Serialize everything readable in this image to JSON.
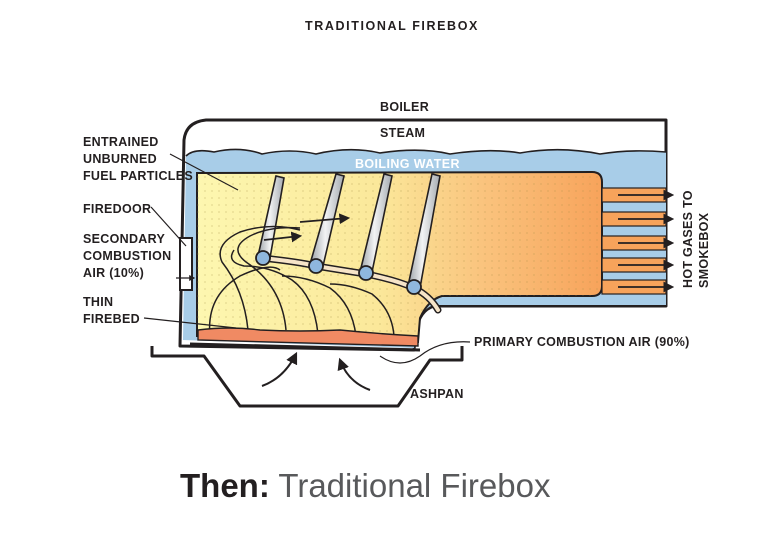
{
  "header": {
    "title": "TRADITIONAL FIREBOX"
  },
  "labels": {
    "boiler": "BOILER",
    "steam": "STEAM",
    "boiling_water": "BOILING WATER",
    "entrained": [
      "ENTRAINED",
      "UNBURNED",
      "FUEL PARTICLES"
    ],
    "firedoor": "FIREDOOR",
    "secondary": [
      "SECONDARY",
      "COMBUSTION",
      "AIR (10%)"
    ],
    "thin_firebed": [
      "THIN",
      "FIREBED"
    ],
    "primary": "PRIMARY COMBUSTION AIR (90%)",
    "ashpan": "ASHPAN",
    "hot_gases": [
      "HOT GASES TO",
      "SMOKEBOX"
    ]
  },
  "caption": {
    "bold": "Then:",
    "rest": " Traditional Firebox"
  },
  "colors": {
    "water": "#a8cde8",
    "fire_light": "#fdf6a8",
    "fire_orange": "#f7a35b",
    "firebed": "#f08a63",
    "outline": "#231f20",
    "tube": "#c8ccd0"
  }
}
